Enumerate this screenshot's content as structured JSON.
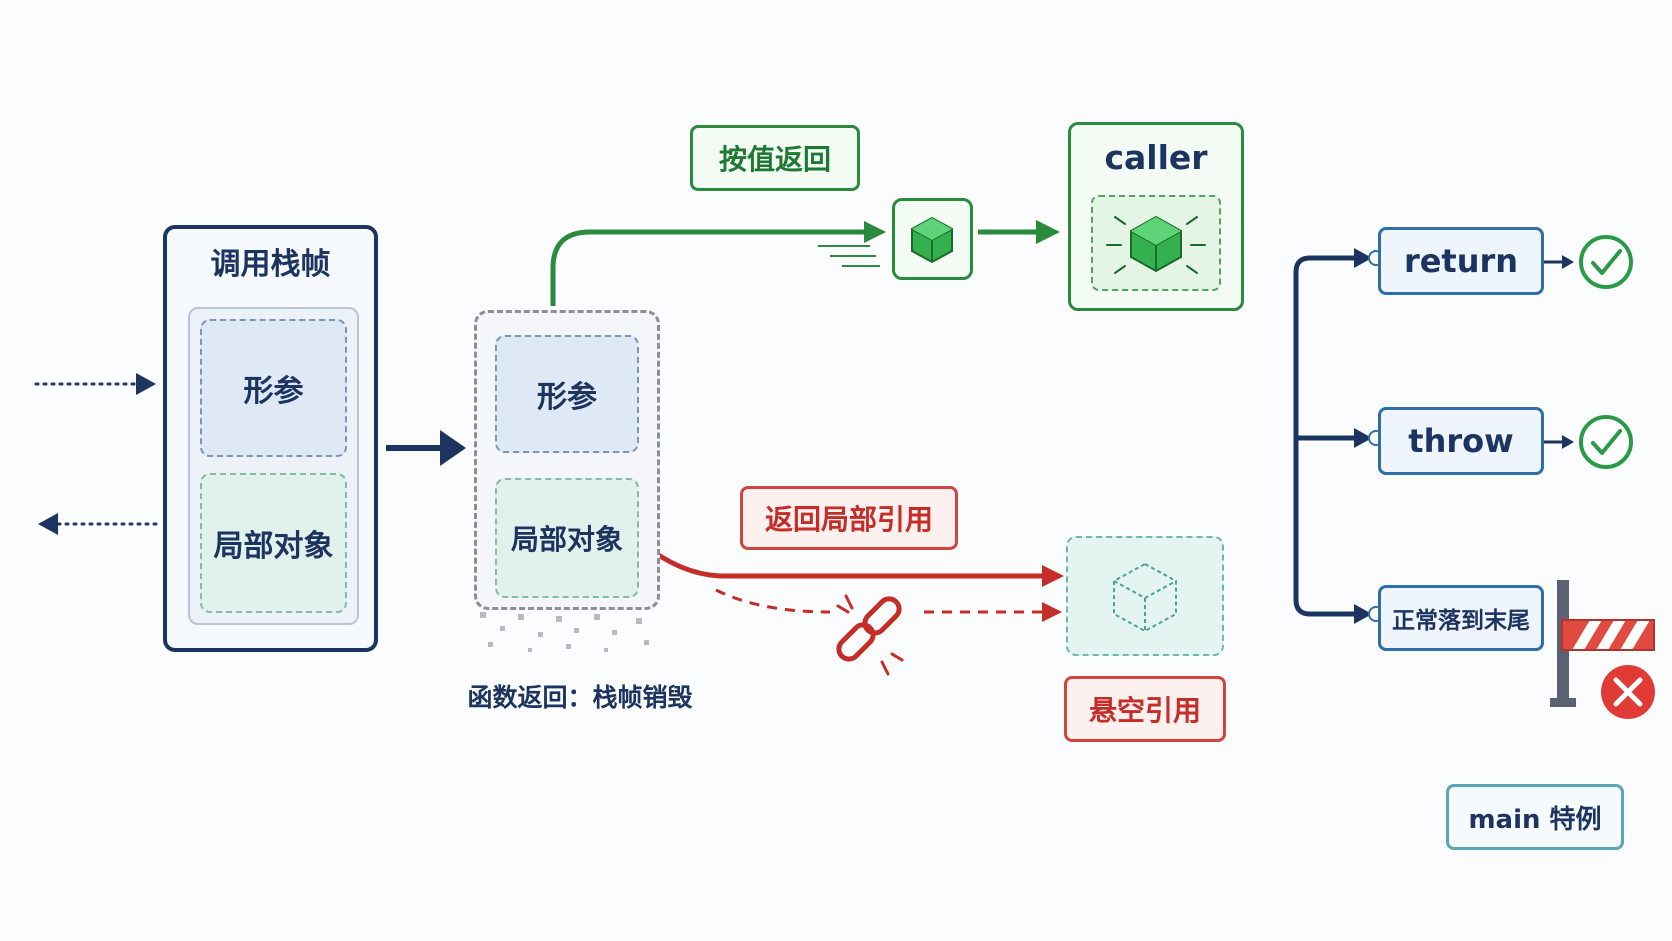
{
  "stack_frame": {
    "title": "调用栈帧",
    "params_label": "形参",
    "locals_label": "局部对象"
  },
  "destroyed_frame": {
    "params_label": "形参",
    "locals_label": "局部对象",
    "caption": "函数返回：栈帧销毁"
  },
  "return_by_value": {
    "tag": "按值返回",
    "caller_label": "caller"
  },
  "return_local_ref": {
    "tag": "返回局部引用",
    "dangling_tag": "悬空引用"
  },
  "exit_paths": [
    {
      "label": "return",
      "status": "ok"
    },
    {
      "label": "throw",
      "status": "ok"
    },
    {
      "label": "正常落到末尾",
      "status": "blocked"
    }
  ],
  "main_note": "main 特例",
  "colors": {
    "navy": "#1d3461",
    "green": "#2a8a3e",
    "red": "#d0453f",
    "blue": "#2e6fa8"
  }
}
